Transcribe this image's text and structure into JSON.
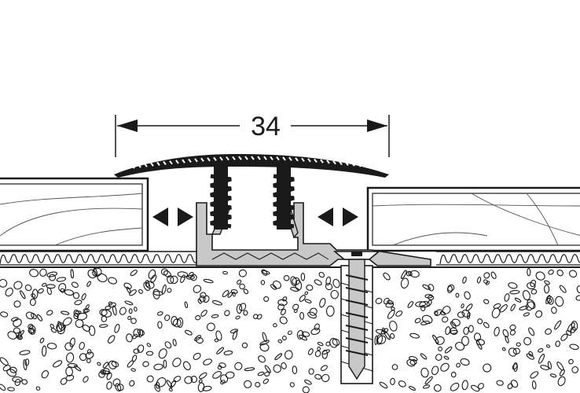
{
  "diagram": {
    "dimension_label": "34",
    "colors": {
      "outline": "#1a1a1a",
      "profile_fill": "#1a1a1a",
      "base_fill": "#c8c8c8",
      "board_fill": "#ffffff",
      "background": "#ffffff"
    },
    "parts": [
      "transition-profile-cap",
      "base-rail",
      "screw",
      "wall-plug",
      "floor-board-left",
      "floor-board-right",
      "underlay",
      "screed"
    ]
  }
}
